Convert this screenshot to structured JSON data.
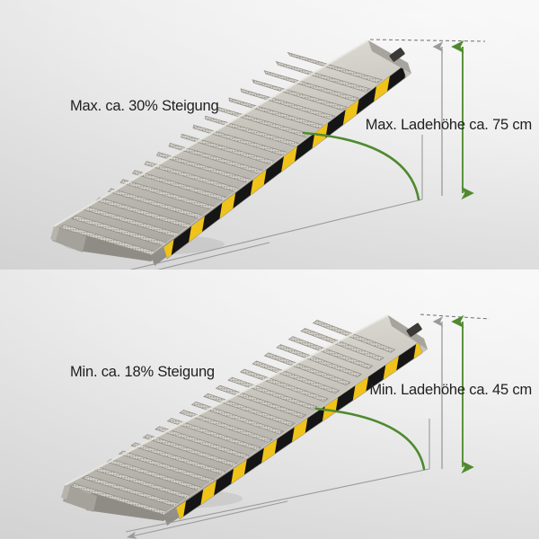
{
  "image": {
    "subject": "aluminium-loading-ramp-incline-diagram",
    "background_color": "#e8e8e8",
    "text_color": "#1f1f1f",
    "accent_green": "#4f8a2e",
    "dimension_gray": "#9a9a9a",
    "ramp_metal": "#b9b7b0",
    "hazard_yellow": "#f0c31a",
    "hazard_black": "#151515"
  },
  "panels": [
    {
      "id": "panel-max",
      "slope_label": "Max. ca. 30% Steigung",
      "height_label": "Max. Ladehöhe ca. 75 cm",
      "slope_percent": 30,
      "load_height_cm": 75
    },
    {
      "id": "panel-min",
      "slope_label": "Min. ca. 18% Steigung",
      "height_label": "Min. Ladehöhe ca. 45 cm",
      "slope_percent": 18,
      "load_height_cm": 45
    }
  ],
  "annotations": {
    "vertical_gray_arrow": "height-reference-arrow",
    "vertical_green_arrow": "load-height-arrow",
    "angle_arc": "incline-angle-arc",
    "base_arrow": "ramp-run-arrow",
    "top_dashed_line": "ramp-top-level-line"
  }
}
